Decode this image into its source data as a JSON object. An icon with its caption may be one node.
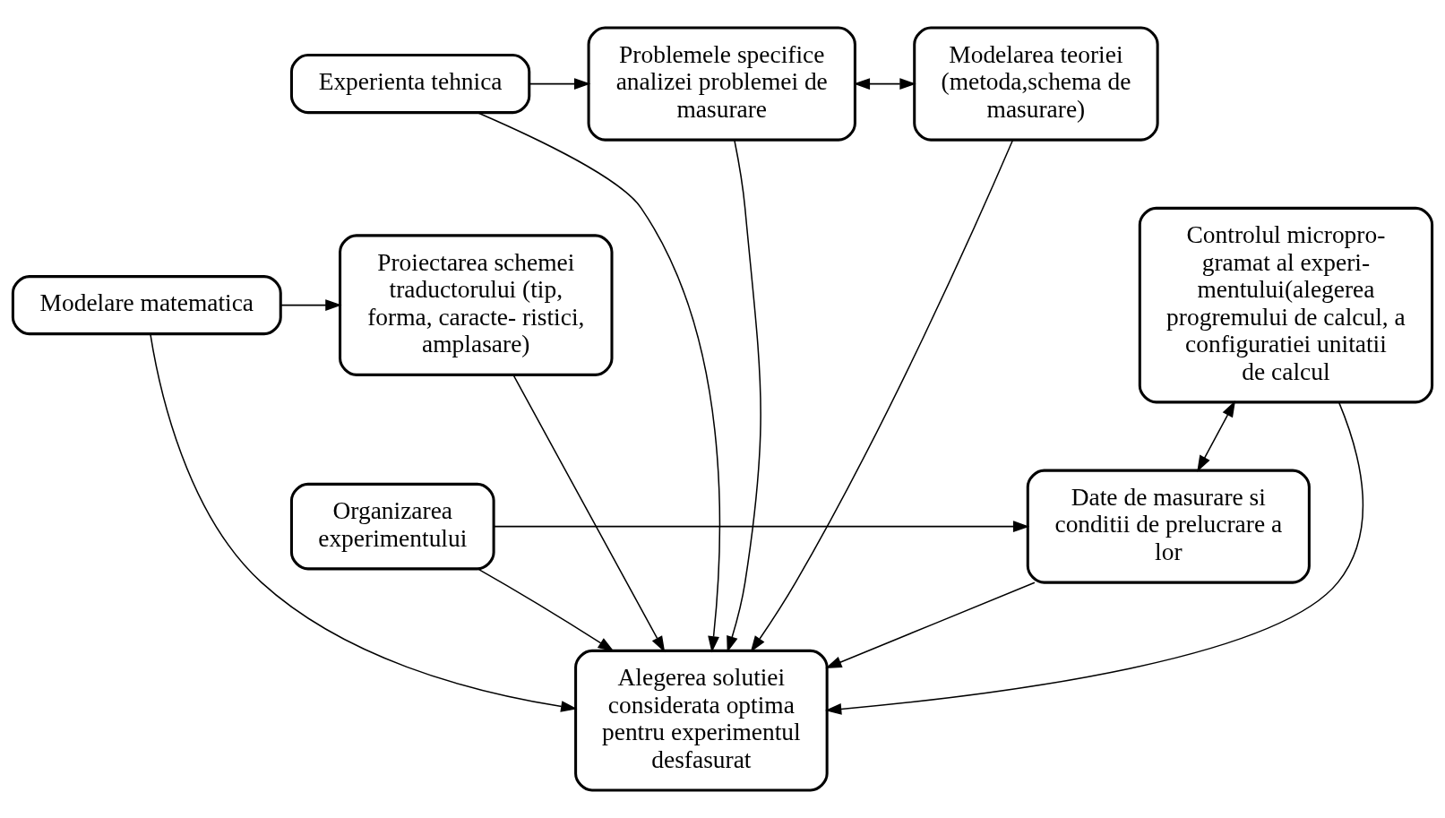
{
  "diagram": {
    "nodes": [
      {
        "text": [
          "Experienta tehnica"
        ]
      },
      {
        "text": [
          "Problemele specifice analizei problemei de masurare"
        ]
      },
      {
        "text": [
          "Modelarea teoriei (metoda,schema de masurare)"
        ]
      },
      {
        "text": [
          "Modelare matematica"
        ]
      },
      {
        "text": [
          "Proiectarea schemei traductorului (tip, forma, caracte- ristici, amplasare)"
        ]
      },
      {
        "text": [
          "Controlul micropro- gramat al experi- mentului(alegerea progremului de calcul, a configuratiei unitatii de calcul"
        ]
      },
      {
        "text": [
          "Organizarea experimentului"
        ]
      },
      {
        "text": [
          "Date de masurare si conditii de prelucrare a lor"
        ]
      },
      {
        "text": [
          "Alegerea solutiei considerata optima pentru experimentul desfasurat"
        ]
      }
    ],
    "edges": [
      {
        "from": 0,
        "to": 1,
        "arrow": "to"
      },
      {
        "from": 1,
        "to": 2,
        "arrow": "both"
      },
      {
        "from": 3,
        "to": 4,
        "arrow": "to"
      },
      {
        "from": 5,
        "to": 7,
        "arrow": "both"
      },
      {
        "from": 6,
        "to": 7,
        "arrow": "to"
      },
      {
        "from": 7,
        "to": 8,
        "arrow": "to"
      },
      {
        "from": 0,
        "to": 8,
        "arrow": "to"
      },
      {
        "from": 3,
        "to": 8,
        "arrow": "to"
      },
      {
        "from": 6,
        "to": 8,
        "arrow": "to"
      },
      {
        "from": 1,
        "to": 8,
        "arrow": "to"
      },
      {
        "from": 4,
        "to": 8,
        "arrow": "to"
      },
      {
        "from": 5,
        "to": 8,
        "arrow": "to"
      },
      {
        "from": 2,
        "to": 8,
        "arrow": "to"
      }
    ]
  }
}
